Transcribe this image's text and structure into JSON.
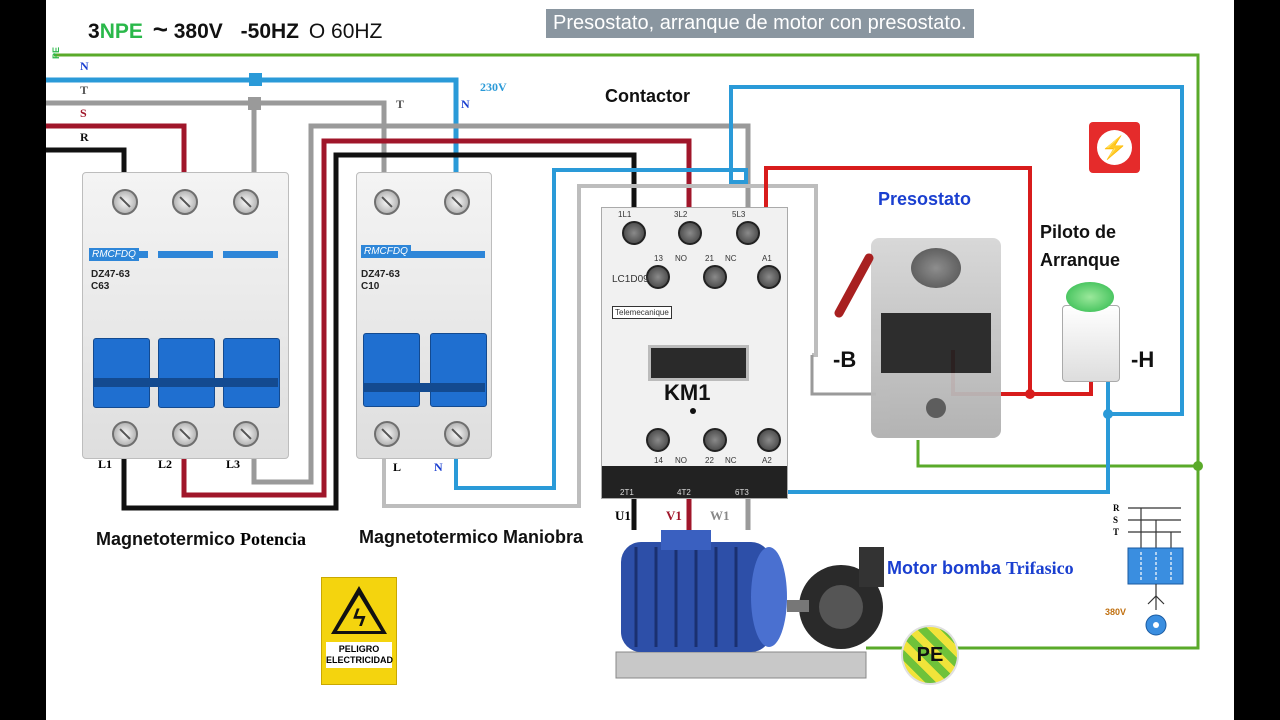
{
  "header": {
    "supply_3npe_prefix": "3",
    "supply_3npe_suffix": "NPE",
    "tilde": "~",
    "voltage": "380V",
    "frequency": "-50HZ",
    "freq_o": "O",
    "freq_alt": "60HZ",
    "title": "Presostato, arranque de motor con presostato."
  },
  "lines": {
    "pe": "PE",
    "n": "N",
    "t": "T",
    "s": "S",
    "r": "R",
    "maniobra_t": "T",
    "maniobra_n": "N",
    "voltage_230": "230V"
  },
  "breaker_power": {
    "brand": "RMCFDQ",
    "model": "DZ47-63",
    "rating": "C63",
    "terminals": [
      "L1",
      "L2",
      "L3"
    ],
    "caption_a": "Magnetotermico",
    "caption_b": "Potencia"
  },
  "breaker_control": {
    "brand": "RMCFDQ",
    "model": "DZ47-63",
    "rating": "C10",
    "terminals": [
      "L",
      "N"
    ],
    "caption": "Magnetotermico Maniobra"
  },
  "contactor": {
    "heading": "Contactor",
    "top_terminals": [
      "1L1",
      "3L2",
      "5L3"
    ],
    "aux_top": [
      "13",
      "NO",
      "21",
      "NC",
      "A1"
    ],
    "brand_model": "LC1D09",
    "maker": "Telemecanique",
    "id": "KM1",
    "aux_bottom": [
      "14",
      "NO",
      "22",
      "NC",
      "A2"
    ],
    "bottom_terminals": [
      "2T1",
      "4T2",
      "6T3"
    ],
    "motor_terminals": [
      "U1",
      "V1",
      "W1"
    ]
  },
  "presostato": {
    "label": "Presostato",
    "tag": "-B"
  },
  "pilot": {
    "label_line1": "Piloto de",
    "label_line2": "Arranque",
    "tag": "-H"
  },
  "motor": {
    "label_a": "Motor bomba",
    "label_b": "Trifasico"
  },
  "schematic": {
    "r": "R",
    "s": "S",
    "t": "T",
    "voltage": "380V"
  },
  "danger_sign": {
    "line1": "PELIGRO",
    "line2": "ELECTRICIDAD"
  },
  "pe_badge": "PE",
  "colors": {
    "neutral": "#2a9ad8",
    "t_phase": "#9a9a9a",
    "s_phase": "#a0162a",
    "r_phase": "#111111",
    "pe": "#5aaa2a",
    "control_red": "#d81c1c"
  }
}
